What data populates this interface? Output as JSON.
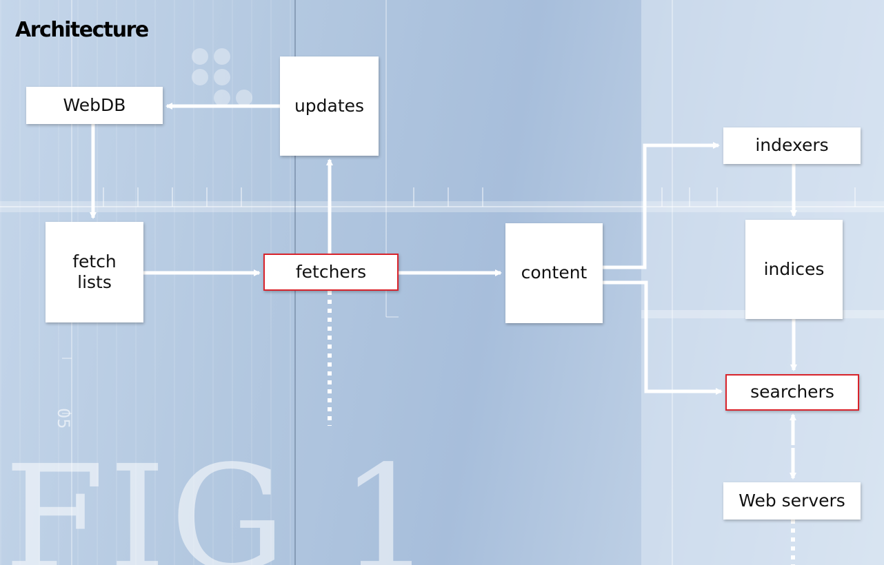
{
  "title": "Architecture",
  "watermark": {
    "fig_label": "FIG 1",
    "ruler_label": "05"
  },
  "colors": {
    "highlight_border": "#d8222a",
    "node_fill": "#ffffff",
    "arrow": "#ffffff"
  },
  "nodes": {
    "webdb": "WebDB",
    "updates": "updates",
    "fetch_lists_line1": "fetch",
    "fetch_lists_line2": "lists",
    "fetchers": "fetchers",
    "content": "content",
    "indexers": "indexers",
    "indices": "indices",
    "searchers": "searchers",
    "web_servers": "Web servers"
  }
}
